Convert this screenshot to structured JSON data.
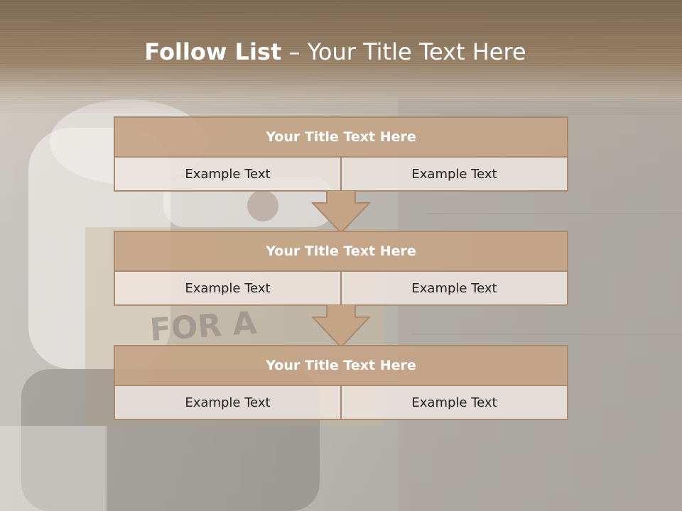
{
  "slide": {
    "title_bold": "Follow List",
    "title_rest": " – Your Title Text Here"
  },
  "steps": [
    {
      "title": "Your Title Text Here",
      "left": "Example Text",
      "right": "Example Text"
    },
    {
      "title": "Your Title Text Here",
      "left": "Example Text",
      "right": "Example Text"
    },
    {
      "title": "Your Title Text Here",
      "left": "Example Text",
      "right": "Example Text"
    }
  ],
  "background": {
    "sign_text": "FOR A"
  },
  "colors": {
    "header_band": "#8b7258",
    "box_fill": "#c4a487",
    "box_border": "#a98a6c",
    "cell_fill": "#ece4de",
    "arrow_fill": "#c4a487"
  }
}
